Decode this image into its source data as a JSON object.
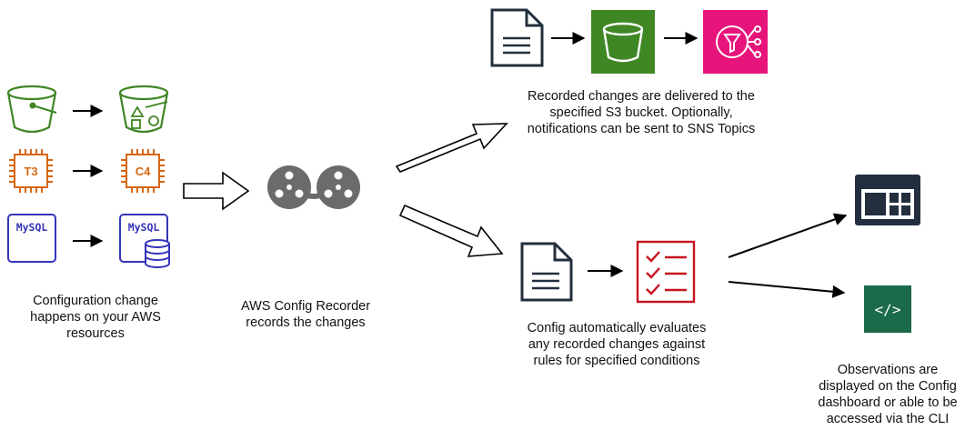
{
  "resources": {
    "chip_before": "T3",
    "chip_after": "C4",
    "db_before": "MySQL",
    "db_after": "MySQL"
  },
  "captions": {
    "resources": [
      "Configuration  change",
      "happens on your AWS",
      "resources"
    ],
    "recorder": [
      "AWS Config Recorder",
      "records the changes"
    ],
    "delivery": [
      "Recorded changes are delivered to the",
      "specified S3 bucket. Optionally,",
      "notifications can be sent to SNS Topics"
    ],
    "evaluation": [
      "Config automatically evaluates",
      "any recorded changes against",
      "rules for specified conditions"
    ],
    "observations": [
      "Observations are",
      "displayed on the Config",
      "dashboard or able to be",
      "accessed via the CLI"
    ]
  },
  "cli_glyph": "</>",
  "colors": {
    "s3_green": "#3f8624",
    "ec2_orange": "#d86613",
    "rds_blue": "#3334b9",
    "sns_pink": "#e7157b",
    "doc_gray": "#232f3e",
    "reel_gray": "#6b6b6b",
    "rules_red": "#c7131f",
    "cli_green": "#1b6a4a",
    "dash_dark": "#232f3e"
  }
}
